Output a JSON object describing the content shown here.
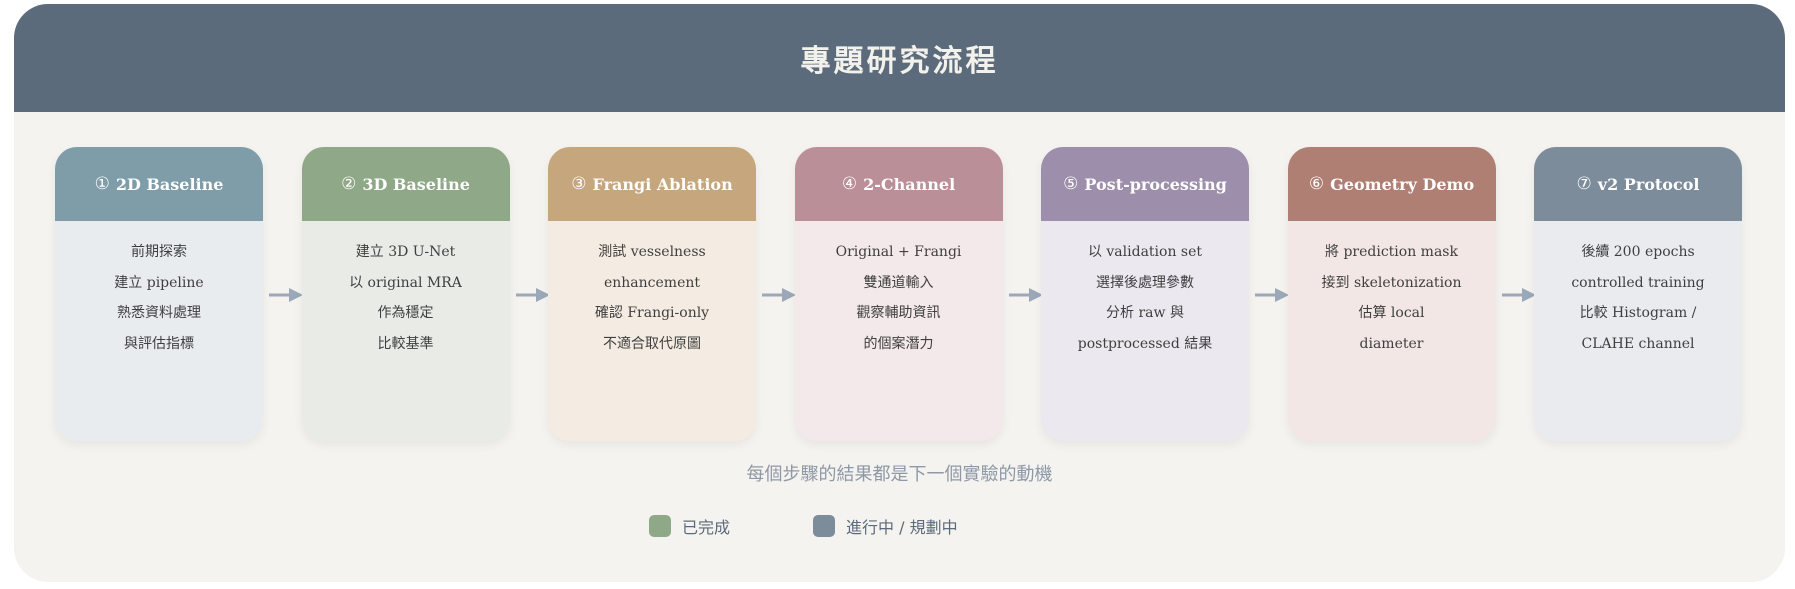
{
  "title": "專題研究流程",
  "steps": [
    {
      "num": "①",
      "label": "2D Baseline",
      "head_color": "#7e9da8",
      "body_color": "#e8ecef",
      "lines": [
        "前期探索",
        "建立 pipeline",
        "熟悉資料處理",
        "與評估指標"
      ]
    },
    {
      "num": "②",
      "label": "3D Baseline",
      "head_color": "#8fa887",
      "body_color": "#e9ece6",
      "lines": [
        "建立 3D U-Net",
        "以 original MRA",
        "作為穩定",
        "比較基準"
      ]
    },
    {
      "num": "③",
      "label": "Frangi Ablation",
      "head_color": "#c5a67d",
      "body_color": "#f4ece2",
      "lines": [
        "測試 vesselness",
        "enhancement",
        "確認 Frangi-only",
        "不適合取代原圖"
      ]
    },
    {
      "num": "④",
      "label": "2-Channel",
      "head_color": "#bb8f98",
      "body_color": "#f3e8ea",
      "lines": [
        "Original + Frangi",
        "雙通道輸入",
        "觀察輔助資訊",
        "的個案潛力"
      ]
    },
    {
      "num": "⑤",
      "label": "Post-processing",
      "head_color": "#9d8fab",
      "body_color": "#ece8ef",
      "lines": [
        "以 validation set",
        "選擇後處理參數",
        "分析 raw 與",
        "postprocessed 結果"
      ]
    },
    {
      "num": "⑥",
      "label": "Geometry Demo",
      "head_color": "#b07f73",
      "body_color": "#f2e7e4",
      "lines": [
        "將 prediction mask",
        "接到 skeletonization",
        "估算 local",
        "diameter"
      ]
    },
    {
      "num": "⑦",
      "label": "v2 Protocol",
      "head_color": "#7c8c9b",
      "body_color": "#e9ebee",
      "lines": [
        "後續 200 epochs",
        "controlled training",
        "比較 Histogram /",
        "CLAHE channel"
      ]
    }
  ],
  "footnote": "每個步驟的結果都是下一個實驗的動機",
  "legend": [
    {
      "label": "已完成",
      "color": "#8fa887"
    },
    {
      "label": "進行中 / 規劃中",
      "color": "#7c8c9b"
    }
  ],
  "colors": {
    "header": "#5c6b7b",
    "arrow": "#9aa8ba",
    "panel": "#f5f3ef"
  }
}
